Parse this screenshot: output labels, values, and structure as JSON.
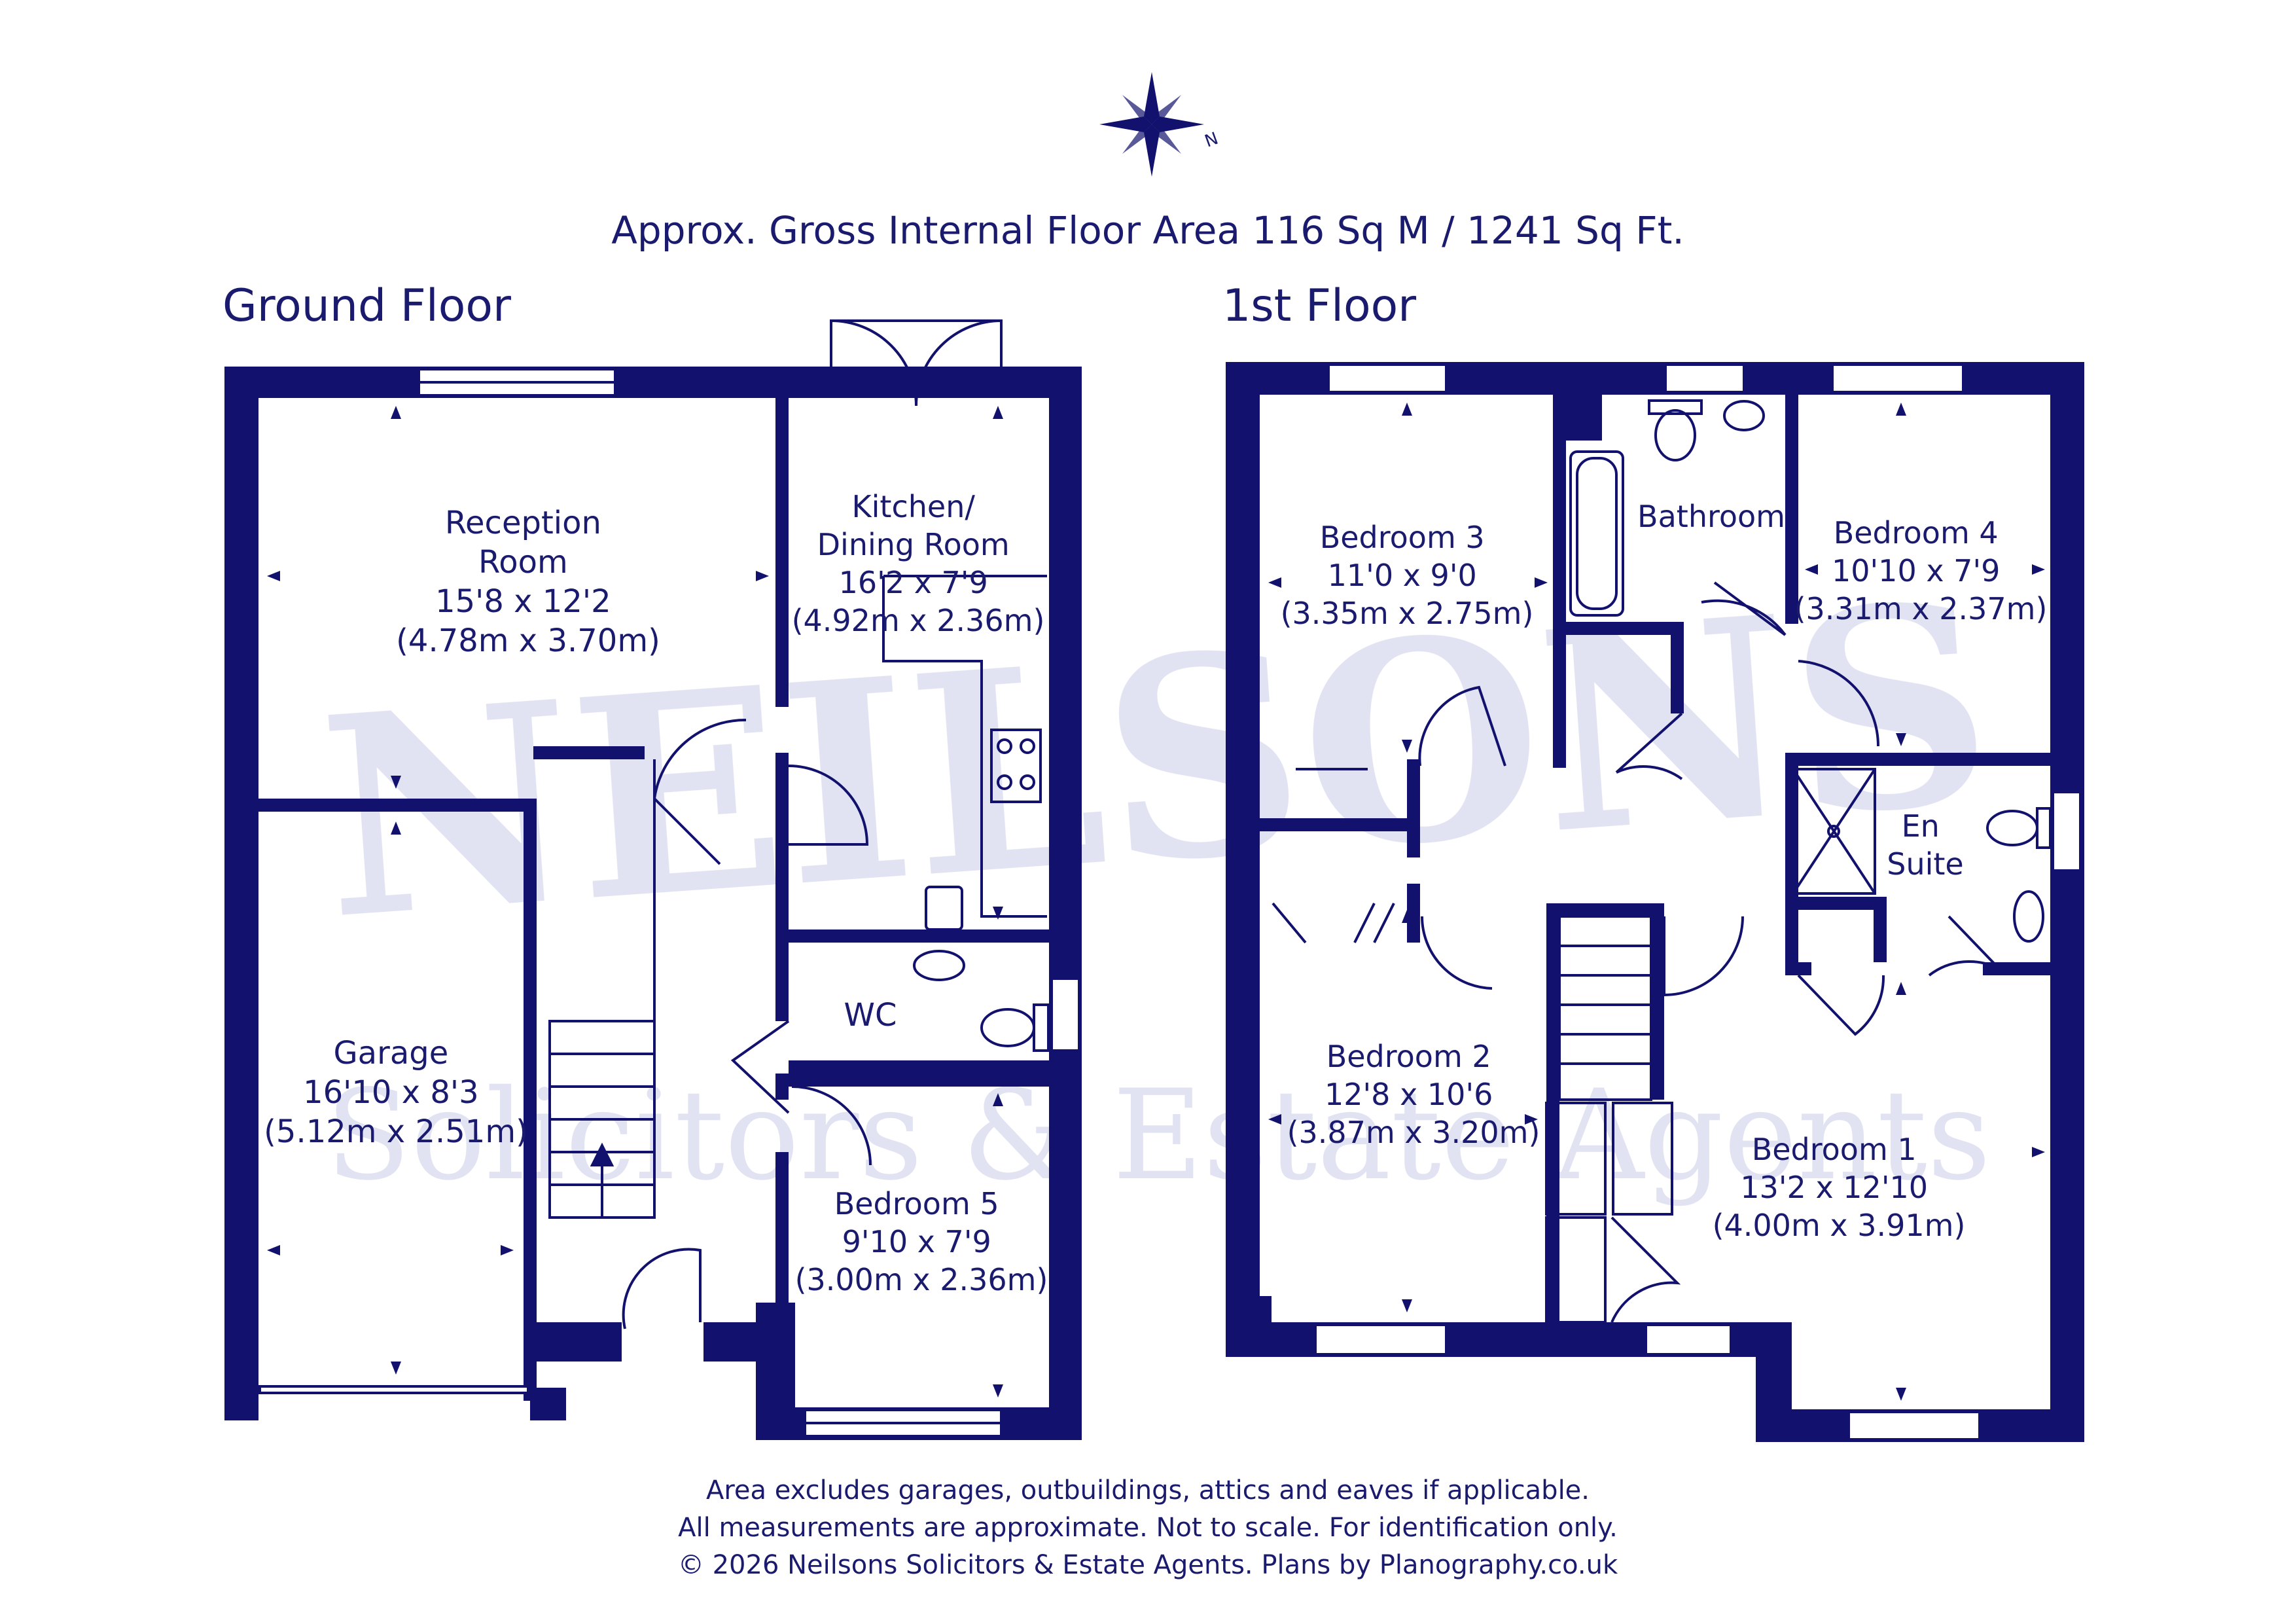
{
  "headline": "Approx. Gross Internal Floor Area 116 Sq M / 1241 Sq Ft.",
  "compass_letter": "N",
  "watermark": {
    "brand": "NEILSONS",
    "tagline": "Solicitors & Estate Agents"
  },
  "ground_floor": {
    "title": "Ground Floor",
    "rooms": [
      {
        "name": [
          "Reception",
          "Room"
        ],
        "imperial": "15'8 x 12'2",
        "metric": "(4.78m x 3.70m)"
      },
      {
        "name": [
          "Kitchen/",
          "Dining Room"
        ],
        "imperial": "16'2 x 7'9",
        "metric": "(4.92m x 2.36m)"
      },
      {
        "name": [
          "WC"
        ]
      },
      {
        "name": [
          "Garage"
        ],
        "imperial": "16'10 x 8'3",
        "metric": "(5.12m x 2.51m)"
      },
      {
        "name": [
          "Bedroom 5"
        ],
        "imperial": "9'10 x 7'9",
        "metric": "(3.00m x 2.36m)"
      }
    ]
  },
  "first_floor": {
    "title": "1st Floor",
    "rooms": [
      {
        "name": [
          "Bedroom 3"
        ],
        "imperial": "11'0 x 9'0",
        "metric": "(3.35m x 2.75m)"
      },
      {
        "name": [
          "Bathroom"
        ]
      },
      {
        "name": [
          "Bedroom 4"
        ],
        "imperial": "10'10 x 7'9",
        "metric": "(3.31m x 2.37m)"
      },
      {
        "name": [
          "En",
          "Suite"
        ]
      },
      {
        "name": [
          "Bedroom 2"
        ],
        "imperial": "12'8 x 10'6",
        "metric": "(3.87m x 3.20m)"
      },
      {
        "name": [
          "Bedroom 1"
        ],
        "imperial": "13'2 x 12'10",
        "metric": "(4.00m x 3.91m)"
      }
    ]
  },
  "footer": [
    "Area excludes garages, outbuildings, attics and eaves if applicable.",
    "All measurements are approximate. Not to scale. For identification only.",
    "© 2026 Neilsons Solicitors & Estate Agents. Plans by Planography.co.uk"
  ],
  "colors": {
    "wall": "#12126e",
    "text": "#1a1a6e",
    "watermark": "#c9cde8"
  }
}
